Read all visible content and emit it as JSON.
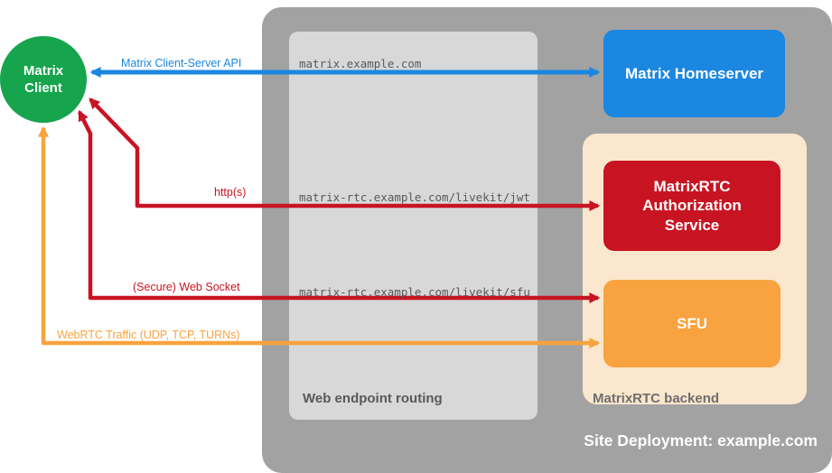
{
  "colors": {
    "blue": "#1b87e0",
    "red": "#c81422",
    "orange": "#f8a33f",
    "green": "#16a44c",
    "peach": "#fbe7cd",
    "outer_gray": "#a2a2a2",
    "inner_gray": "#d8d8d8"
  },
  "client": {
    "label": "Matrix Client"
  },
  "homeserver": {
    "label": "Matrix Homeserver"
  },
  "auth_service": {
    "label": "MatrixRTC Authorization Service"
  },
  "sfu": {
    "label": "SFU"
  },
  "routing": {
    "caption": "Web endpoint routing",
    "endpoints": [
      "matrix.example.com",
      "matrix-rtc.example.com/livekit/jwt",
      "matrix-rtc.example.com/livekit/sfu"
    ]
  },
  "backend": {
    "caption": "MatrixRTC backend"
  },
  "site": {
    "caption": "Site Deployment: example.com"
  },
  "arrows": {
    "client_server_api": "Matrix Client-Server API",
    "https": "http(s)",
    "websocket": "(Secure) Web Socket",
    "webrtc": "WebRTC Traffic (UDP, TCP, TURNs)"
  }
}
